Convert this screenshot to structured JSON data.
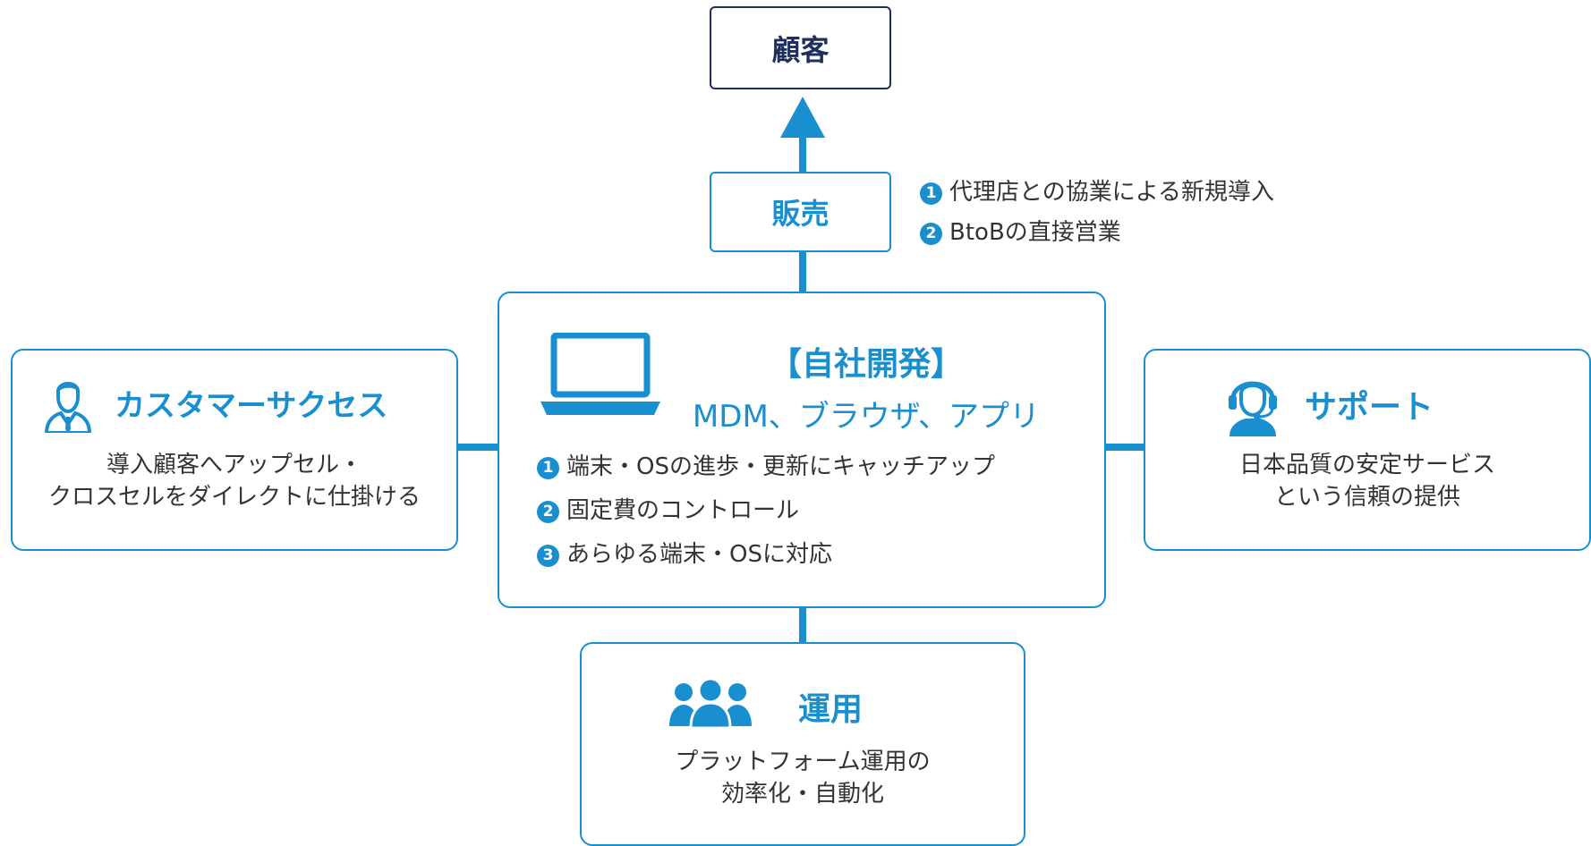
{
  "customer": {
    "label": "顧客"
  },
  "sales": {
    "label": "販売",
    "items": [
      {
        "num": "1",
        "text": "代理店との協業による新規導入"
      },
      {
        "num": "2",
        "text": "BtoBの直接営業"
      }
    ]
  },
  "center": {
    "title": "【自社開発】",
    "subtitle": "MDM、ブラウザ、アプリ",
    "icon": "laptop-icon",
    "items": [
      {
        "num": "1",
        "text": "端末・OSの進歩・更新にキャッチアップ"
      },
      {
        "num": "2",
        "text": "固定費のコントロール"
      },
      {
        "num": "3",
        "text": "あらゆる端末・OSに対応"
      }
    ]
  },
  "customer_success": {
    "title": "カスタマーサクセス",
    "icon": "business-person-icon",
    "line1": "導入顧客へアップセル・",
    "line2": "クロスセルをダイレクトに仕掛ける"
  },
  "support": {
    "title": "サポート",
    "icon": "headset-operator-icon",
    "line1": "日本品質の安定サービス",
    "line2": "という信頼の提供"
  },
  "operations": {
    "title": "運用",
    "icon": "group-icon",
    "line1": "プラットフォーム運用の",
    "line2": "効率化・自動化"
  },
  "colors": {
    "accent": "#1a8fd0",
    "navy": "#1f2f5c"
  }
}
